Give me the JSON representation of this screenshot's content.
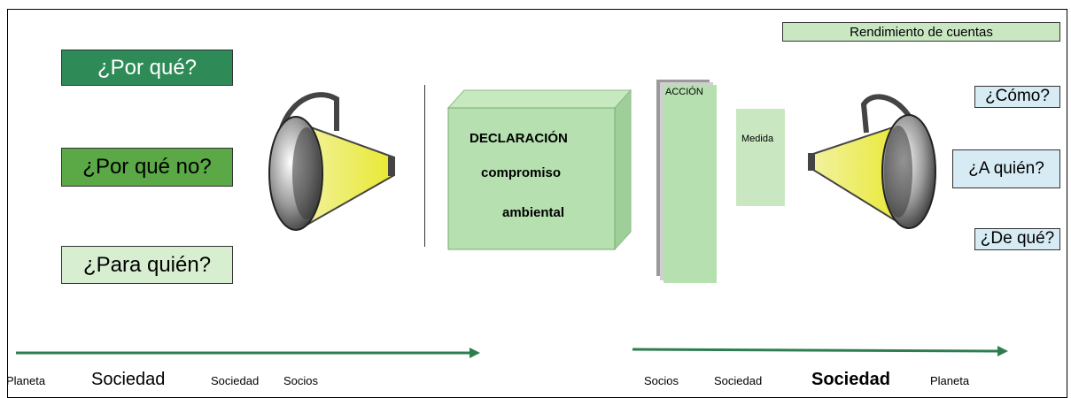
{
  "header": {
    "rendimiento": "Rendimiento de cuentas"
  },
  "left_questions": [
    "¿Por qué?",
    "¿Por qué no?",
    "¿Para quién?"
  ],
  "right_questions": [
    "¿Cómo?",
    "¿A quién?",
    "¿De qué?"
  ],
  "center": {
    "line1": "DECLARACIÓN",
    "line2": "compromiso",
    "line3": "ambiental",
    "accion": "ACCIÓN",
    "medida": "Medida"
  },
  "bottom_left": [
    "Planeta",
    "Sociedad",
    "Sociedad",
    "Socios"
  ],
  "bottom_right": [
    "Socios",
    "Sociedad",
    "Sociedad",
    "Planeta"
  ],
  "colors": {
    "dark_green": "#2e8b57",
    "mid_green": "#5aa846",
    "light_green": "#d7efd0",
    "light_blue": "#d6ebf3",
    "arrow_green": "#2e7d4f",
    "cube_green": "#b6e0b0"
  },
  "icons": [
    "megaphone-left-icon",
    "megaphone-right-icon",
    "arrow-right-icon"
  ]
}
